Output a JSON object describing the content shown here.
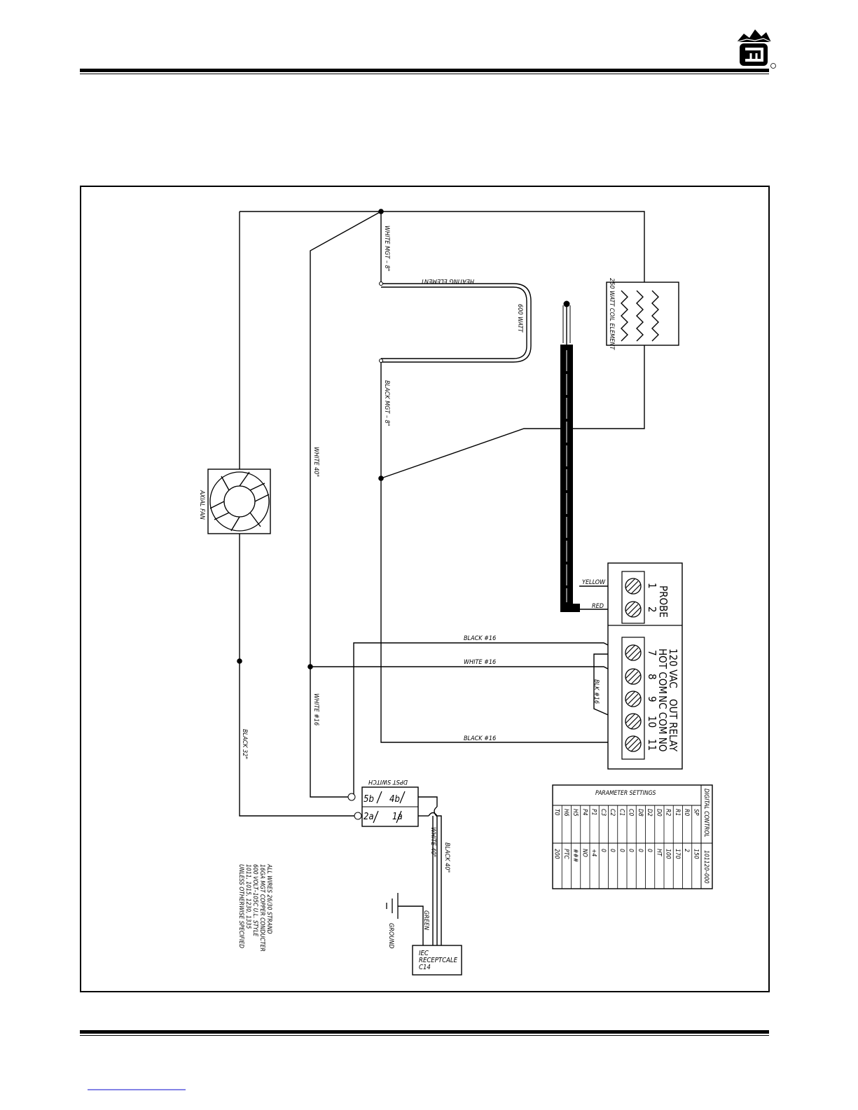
{
  "header": {
    "logo_letters": "cm"
  },
  "footer": {
    "link_text": ""
  },
  "labels": {
    "white_mgt_8": "WHITE MGT – 8\"",
    "heating_element": "HEATING ELEMENT",
    "600_watt": "600 WATT",
    "black_mgt_8": "BLACK MGT – 8\"",
    "coil_element": "250 WATT COIL ELEMENT",
    "white_40_top": "WHITE 40\"",
    "axial_fan": "AXIAL FAN",
    "black_32": "BLACK 32\"",
    "white_16_vert": "WHITE #16",
    "yellow": "YELLOW",
    "red": "RED",
    "black16_a": "BLACK #16",
    "white16_h": "WHITE #16",
    "blk16": "BLK #16",
    "black16_b": "BLACK #16",
    "dpst_switch": "DPST SWITCH",
    "sw_5b": "5b",
    "sw_4b": "4b",
    "sw_2a": "2a",
    "sw_1a": "1a",
    "white_40_iec": "WHITE 40\"",
    "black_40_iec": "BLACK 40\"",
    "green": "GREEN",
    "ground": "GROUND",
    "iec_line1": "IEC",
    "iec_line2": "RECEPTCALE",
    "iec_line3": "C14"
  },
  "terminals": {
    "probe_title": "PROBE",
    "probe_nums": [
      "1",
      "2"
    ],
    "power_title1": "120 VAC",
    "power_title2": "HOT COM",
    "relay_title1": "OUT RELAY",
    "relay_title2": "NC COM NO",
    "nums": [
      "7",
      "8",
      "9",
      "10",
      "11"
    ]
  },
  "notes": [
    "ALL WIRES 26/30 STRAND",
    "16GA MGT COPPER CONDUCTER",
    "600 VOLT–105C U.L. STYLE",
    "1011, 1015, 1230, 1335",
    "UNLESS OTHERWISE SPECIFIED"
  ],
  "parameter_table": {
    "title": "PARAMETER SETTINGS",
    "side_title": "DIGITAL CONTROL",
    "part_number": "101120–000",
    "params": [
      {
        "name": "SP",
        "value": "150"
      },
      {
        "name": "R0",
        "value": "2"
      },
      {
        "name": "R1",
        "value": "170"
      },
      {
        "name": "R2",
        "value": "100"
      },
      {
        "name": "D0",
        "value": "HT"
      },
      {
        "name": "D2",
        "value": "0"
      },
      {
        "name": "D8",
        "value": "0"
      },
      {
        "name": "C0",
        "value": "0"
      },
      {
        "name": "C1",
        "value": "0"
      },
      {
        "name": "C2",
        "value": "0"
      },
      {
        "name": "C3",
        "value": "0"
      },
      {
        "name": "P1",
        "value": "+4"
      },
      {
        "name": "P4",
        "value": "NO"
      },
      {
        "name": "H5",
        "value": "###"
      },
      {
        "name": "H6",
        "value": "PTC"
      },
      {
        "name": "T0",
        "value": "200"
      }
    ]
  }
}
